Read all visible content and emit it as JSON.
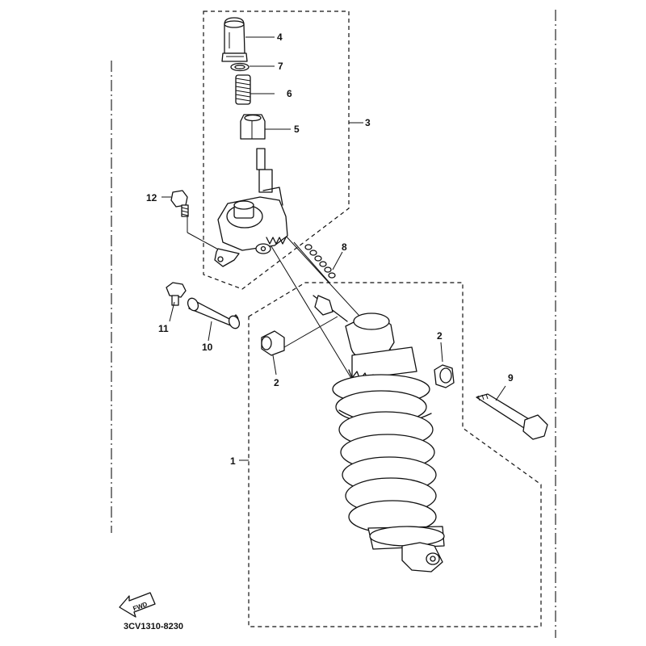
{
  "callouts": {
    "c1": "1",
    "c2a": "2",
    "c2b": "2",
    "c3": "3",
    "c4": "4",
    "c5": "5",
    "c6": "6",
    "c7": "7",
    "c8": "8",
    "c9": "9",
    "c10": "10",
    "c11": "11",
    "c12": "12"
  },
  "diagram_code": "3CV1310-8230",
  "fwd_label": "FWD"
}
